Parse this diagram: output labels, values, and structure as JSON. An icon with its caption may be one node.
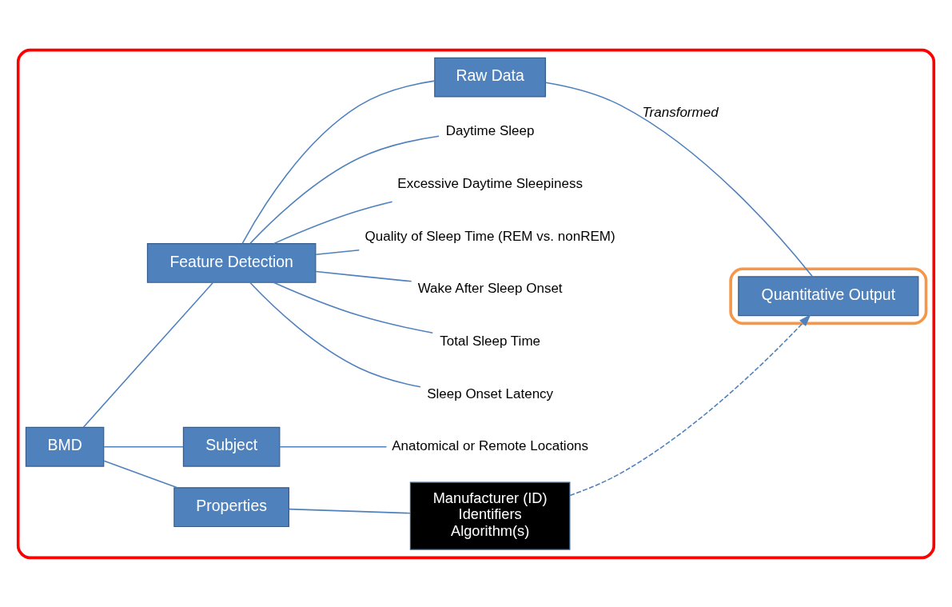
{
  "diagram": {
    "nodes": [
      {
        "text": [],
        "shape": "box"
      },
      {
        "text": [
          "BMD"
        ],
        "in": 0
      },
      {
        "text": [
          "Properties"
        ],
        "in": 0
      },
      {
        "text": [
          "Manufacturer (ID)",
          "Identifiers",
          "Algorithm(s)"
        ],
        "in": 0
      },
      {
        "text": [
          "Subject"
        ],
        "in": 0
      },
      {
        "text": [
          "Anatomical or Remote Locations"
        ],
        "in": 0
      },
      {
        "text": [
          "Feature Detection"
        ],
        "in": 0
      },
      {
        "text": [
          "Sleep Onset Latency"
        ],
        "in": 0
      },
      {
        "text": [
          "Total Sleep Time"
        ],
        "in": 0
      },
      {
        "text": [
          "Wake After Sleep Onset"
        ],
        "in": 0
      },
      {
        "text": [
          "Quality of Sleep Time (REM vs. nonREM)"
        ],
        "in": 0
      },
      {
        "text": [
          "Excessive Daytime Sleepiness"
        ],
        "in": 0
      },
      {
        "text": [
          "Daytime Sleep"
        ],
        "in": 0
      },
      {
        "text": [
          "Raw Data"
        ],
        "in": 0
      },
      {
        "text": [],
        "shape": "box",
        "in": 0
      },
      {
        "text": [
          "Quantitative Output"
        ],
        "in": 14
      }
    ],
    "edges": [
      {
        "from": 1,
        "to": 2,
        "arrow": "none"
      },
      {
        "from": 2,
        "to": 3,
        "arrow": "none"
      },
      {
        "from": 1,
        "to": 4,
        "arrow": "none"
      },
      {
        "from": 4,
        "to": 5,
        "arrow": "none"
      },
      {
        "from": 1,
        "to": 6,
        "arrow": "none"
      },
      {
        "from": 6,
        "to": 7,
        "arrow": "none"
      },
      {
        "from": 6,
        "to": 8,
        "arrow": "none"
      },
      {
        "from": 6,
        "to": 9,
        "arrow": "none"
      },
      {
        "from": 6,
        "to": 10,
        "arrow": "none"
      },
      {
        "from": 6,
        "to": 11,
        "arrow": "none"
      },
      {
        "from": 6,
        "to": 12,
        "arrow": "none"
      },
      {
        "from": 6,
        "to": 13,
        "arrow": "none"
      },
      {
        "from": 13,
        "to": 15,
        "arrow": "none",
        "label": "Transformed"
      },
      {
        "from": 3,
        "to": 15,
        "arrow": "to",
        "style": "dashed"
      }
    ]
  }
}
